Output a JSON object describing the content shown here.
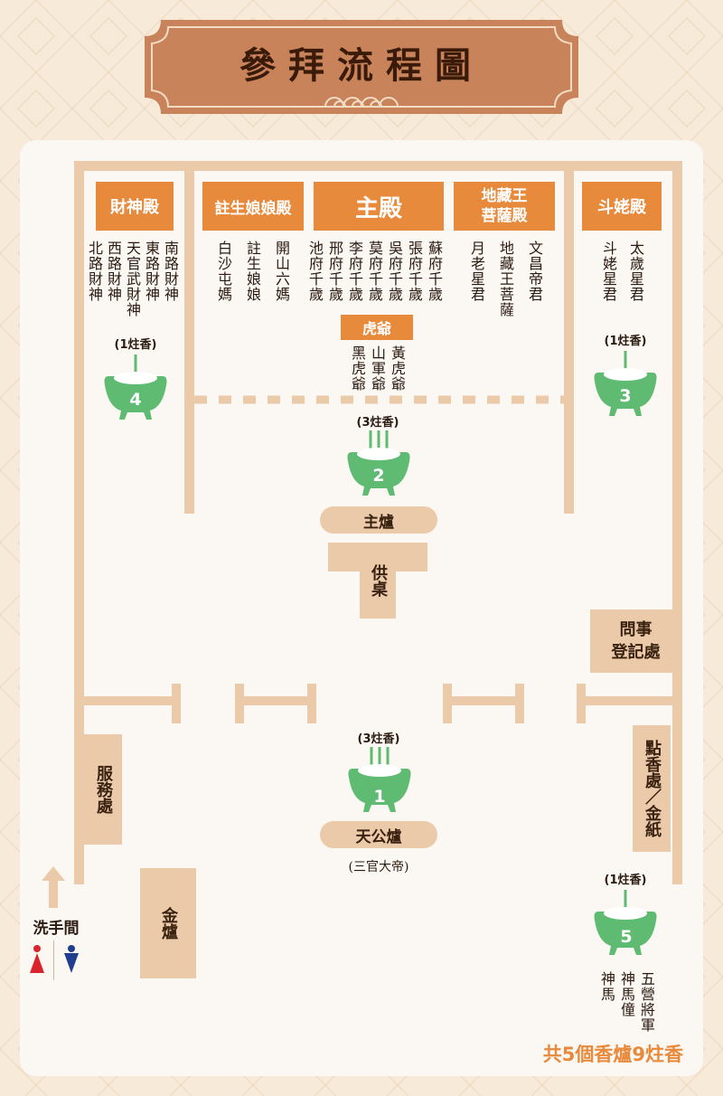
{
  "title": "參拜流程圖",
  "colors": {
    "accent": "#e88a3c",
    "green": "#5fbb72",
    "wall": "#ebcaa9",
    "banner": "#c9835a"
  },
  "halls": {
    "caishen": {
      "name": "財神殿",
      "deities": [
        "南路財神",
        "東路財神",
        "天官武財神",
        "西路財神",
        "北路財神"
      ]
    },
    "zhusheng": {
      "name": "註生娘娘殿",
      "deities": [
        "開山六媽",
        "註生娘娘",
        "白沙屯媽"
      ]
    },
    "main": {
      "name": "主殿",
      "deities": [
        "蘇府千歲",
        "張府千歲",
        "吳府千歲",
        "莫府千歲",
        "李府千歲",
        "邢府千歲",
        "池府千歲"
      ]
    },
    "dizang": {
      "name_line1": "地藏王",
      "name_line2": "菩薩殿",
      "deities": [
        "文昌帝君",
        "地藏王菩薩",
        "月老星君"
      ]
    },
    "doumu": {
      "name": "斗姥殿",
      "deities": [
        "太歲星君",
        "斗姥星君"
      ]
    }
  },
  "huye": {
    "label": "虎爺",
    "deities": [
      "黃虎爺",
      "山軍爺",
      "黑虎爺"
    ]
  },
  "burners": [
    {
      "number": "1",
      "count": "(3炷香)",
      "label": "天公爐",
      "sub": "(三官大帝)"
    },
    {
      "number": "2",
      "count": "(3炷香)",
      "label": "主爐"
    },
    {
      "number": "3",
      "count": "(1炷香)"
    },
    {
      "number": "4",
      "count": "(1炷香)"
    },
    {
      "number": "5",
      "count": "(1炷香)",
      "deities": [
        "五營將軍",
        "神馬僮",
        "神馬"
      ]
    }
  ],
  "blocks": {
    "altar": "供桌",
    "inquiry_line1": "問事",
    "inquiry_line2": "登記處",
    "service": "服務處",
    "incense": "點香處／金紙",
    "gold_furnace": "金爐",
    "restroom": "洗手間"
  },
  "footer": "共5個香爐9炷香"
}
